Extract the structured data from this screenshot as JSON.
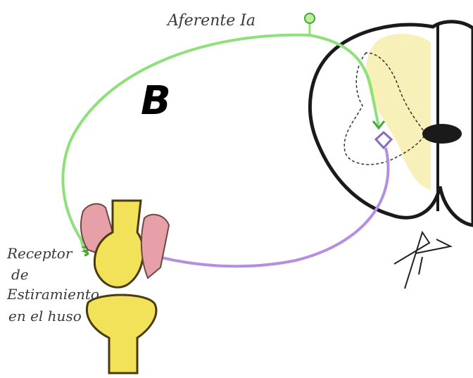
{
  "panel_label": "B",
  "labels": {
    "afferent": "Aferente Ia",
    "receptor": [
      "Receptor",
      "de",
      "Estiramiento",
      "en el huso"
    ]
  },
  "colors": {
    "afferent_fiber": "#8ee07a",
    "motor_fiber": "#b48ee0",
    "spinal_white": "#ffffff",
    "spinal_gray": "#f6eeb0",
    "bone": "#f2e25a",
    "muscle": "#e8a0a8",
    "outline": "#1a1a1a"
  }
}
